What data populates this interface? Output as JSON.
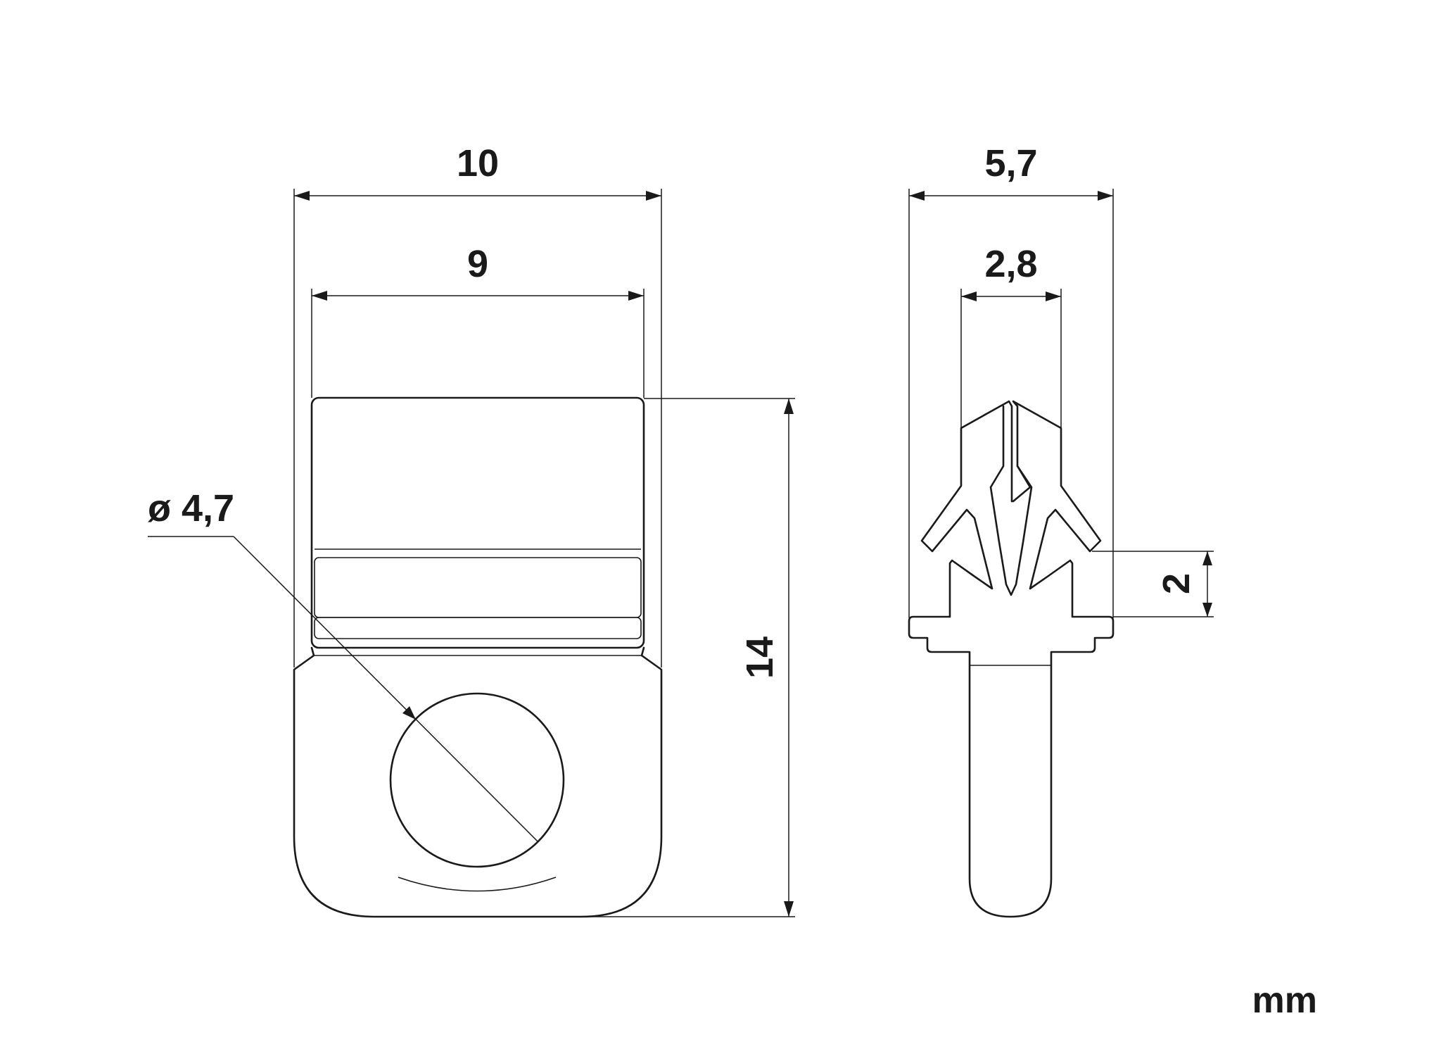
{
  "dimensions": {
    "front_width_outer": "10",
    "front_width_inner": "9",
    "front_height": "14",
    "hole_diameter": "ø 4,7",
    "side_width_outer": "5,7",
    "side_width_inner": "2,8",
    "side_step_height": "2"
  },
  "unit": "mm"
}
